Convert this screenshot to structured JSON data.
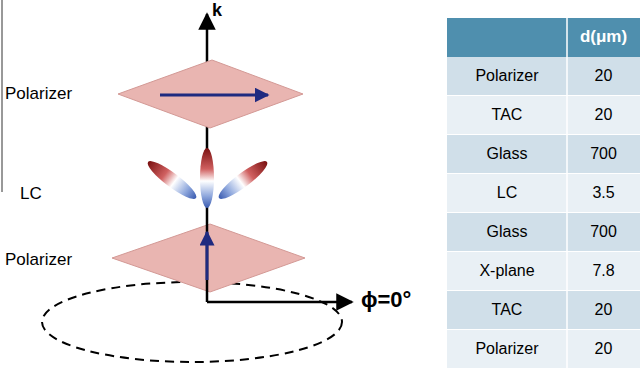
{
  "diagram": {
    "labels": [
      "k",
      "Polarizer",
      "LC",
      "Polarizer",
      "ϕ=0°",
      "d(μm)",
      "Polarizer",
      "20",
      "TAC",
      "20",
      "Glass",
      "700",
      "LC",
      "3.5",
      "Glass",
      "700",
      "X-plane",
      "7.8",
      "TAC",
      "20",
      "Polarizer",
      "20"
    ]
  }
}
